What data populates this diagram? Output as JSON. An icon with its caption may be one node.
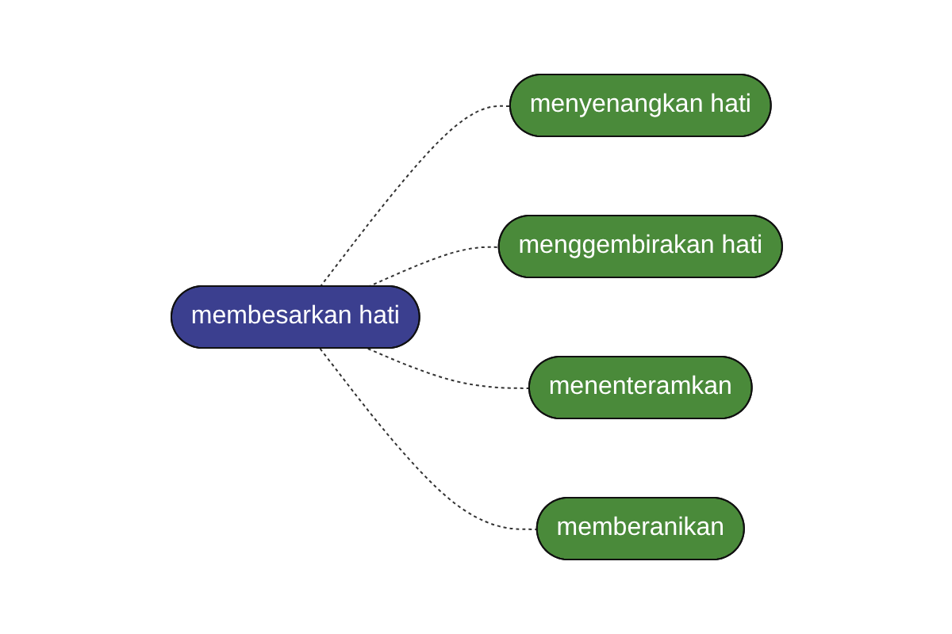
{
  "diagram": {
    "nodes": [
      {
        "text": [
          "membesarkan hati"
        ]
      },
      {
        "text": [
          "menyenangkan hati"
        ]
      },
      {
        "text": [
          "menggembirakan hati"
        ]
      },
      {
        "text": [
          "menenteramkan"
        ]
      },
      {
        "text": [
          "memberanikan"
        ]
      }
    ],
    "edges": [
      {
        "from": 0,
        "to": 1,
        "arrow": "none",
        "style": "dashed"
      },
      {
        "from": 0,
        "to": 2,
        "arrow": "none",
        "style": "dashed"
      },
      {
        "from": 0,
        "to": 3,
        "arrow": "none",
        "style": "dashed"
      },
      {
        "from": 0,
        "to": 4,
        "arrow": "none",
        "style": "dashed"
      }
    ]
  }
}
